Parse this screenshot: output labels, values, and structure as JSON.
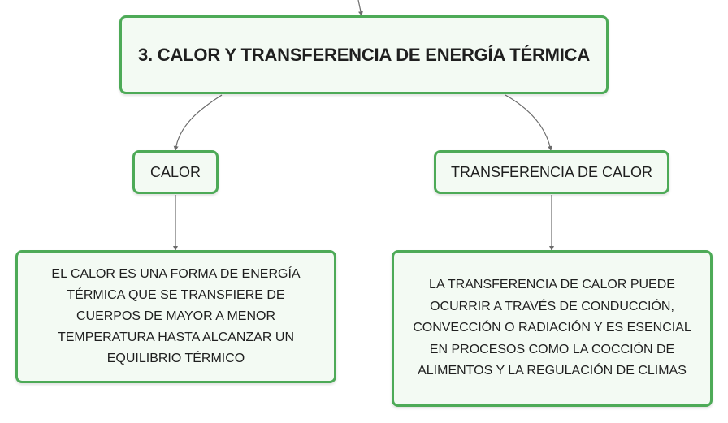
{
  "nodes": {
    "root": "3. CALOR Y TRANSFERENCIA DE ENERGÍA TÉRMICA",
    "calor": "CALOR",
    "transferencia": "TRANSFERENCIA DE CALOR",
    "calor_descripcion": "EL CALOR ES UNA FORMA DE ENERGÍA TÉRMICA QUE SE TRANSFIERE DE CUERPOS DE MAYOR A MENOR TEMPERATURA HASTA ALCANZAR UN EQUILIBRIO TÉRMICO",
    "transferencia_descripcion": "LA TRANSFERENCIA DE CALOR PUEDE OCURRIR A TRAVÉS DE CONDUCCIÓN, CONVECCIÓN O RADIACIÓN Y ES ESENCIAL EN PROCESOS COMO LA COCCIÓN DE ALIMENTOS Y LA REGULACIÓN DE CLIMAS"
  },
  "colors": {
    "node_border": "#4daa57",
    "node_fill": "#f3faf3",
    "connector": "#6b6b6b"
  }
}
